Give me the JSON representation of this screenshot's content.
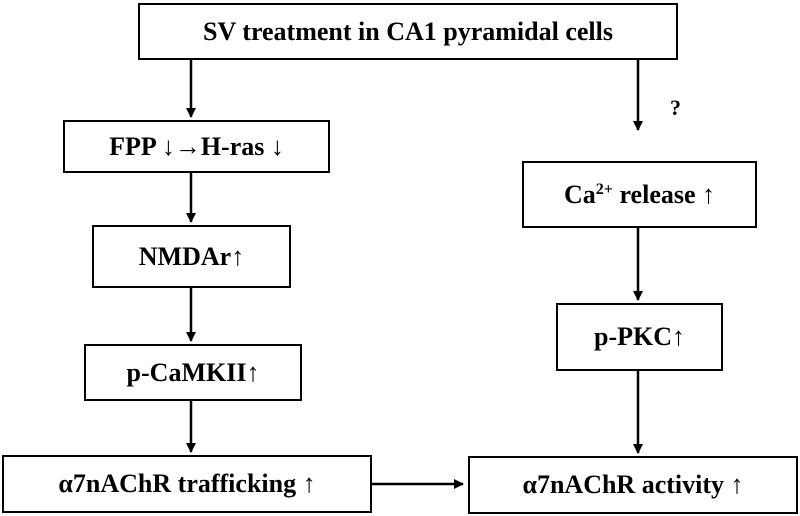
{
  "colors": {
    "stroke": "#000000",
    "background": "#ffffff"
  },
  "nodes": {
    "top": {
      "label": "SV treatment in CA1 pyramidal cells"
    },
    "fpp": {
      "label": "FPP ↓→H-ras ↓"
    },
    "nmdar": {
      "label": "NMDAr↑"
    },
    "camkii": {
      "label": "p-CaMKII↑"
    },
    "trafficking": {
      "label": "α7nAChR trafficking ↑"
    },
    "ca": {
      "prefix": "Ca",
      "sup": "2+",
      "suffix": " release ↑"
    },
    "pkc": {
      "label": "p-PKC↑"
    },
    "activity": {
      "label": "α7nAChR activity ↑"
    }
  },
  "question_mark": "?"
}
